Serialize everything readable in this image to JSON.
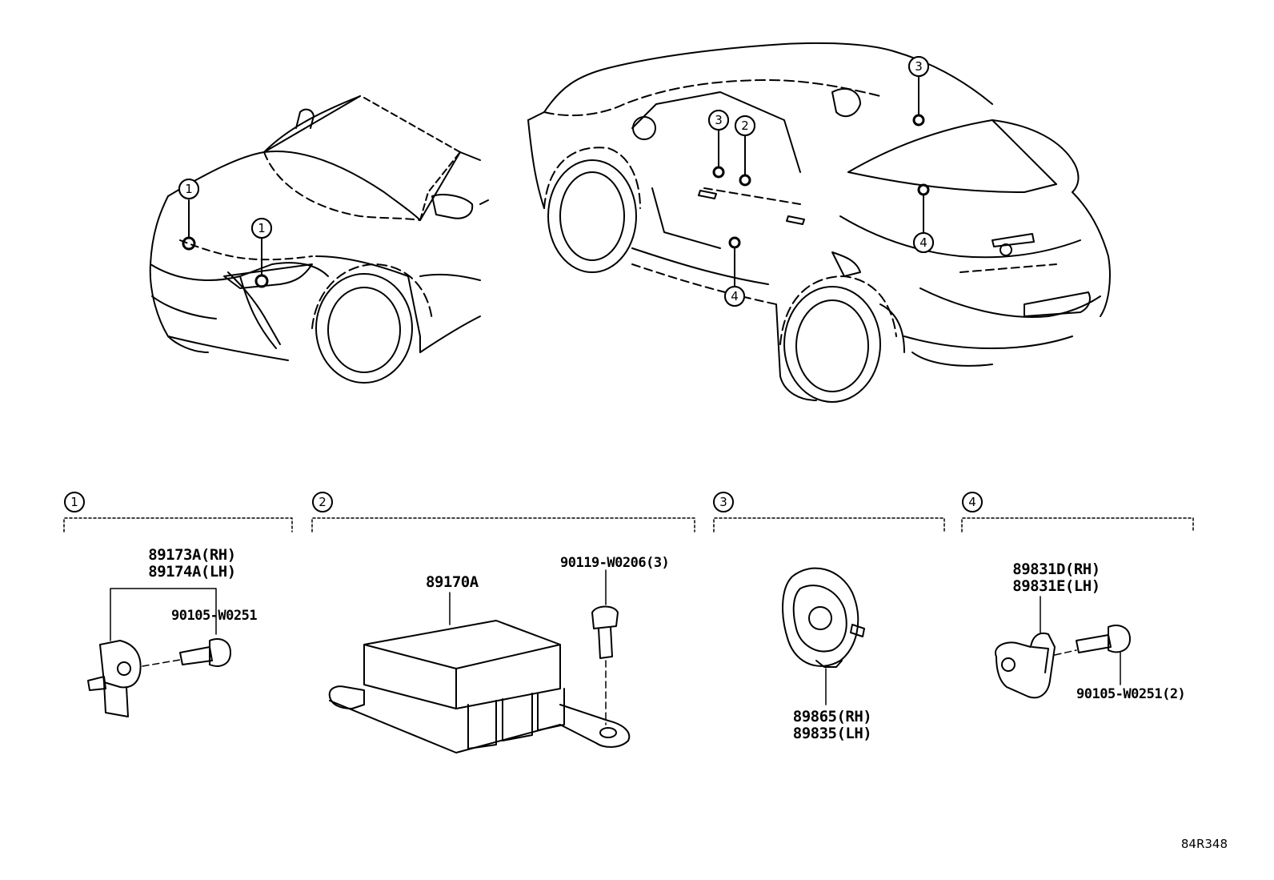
{
  "callouts": {
    "c1": "1",
    "c2": "2",
    "c3": "3",
    "c4": "4"
  },
  "groups": [
    {
      "index": "1",
      "parts": [
        "89173A(RH)",
        "89174A(LH)"
      ],
      "fastener": "90105-W0251"
    },
    {
      "index": "2",
      "parts": [
        "89170A"
      ],
      "fastener": "90119-W0206(3)"
    },
    {
      "index": "3",
      "parts": [
        "89865(RH)",
        "89835(LH)"
      ]
    },
    {
      "index": "4",
      "parts": [
        "89831D(RH)",
        "89831E(LH)"
      ],
      "fastener": "90105-W0251(2)"
    }
  ],
  "reference_code": "84R348"
}
